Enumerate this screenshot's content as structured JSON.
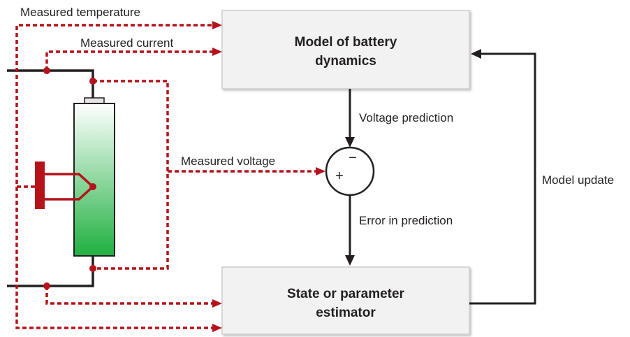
{
  "labels": {
    "measured_temperature": "Measured temperature",
    "measured_current": "Measured current",
    "measured_voltage": "Measured voltage",
    "voltage_prediction": "Voltage prediction",
    "error_in_prediction": "Error in prediction",
    "model_update": "Model update"
  },
  "boxes": {
    "model": {
      "line1": "Model of battery",
      "line2": "dynamics"
    },
    "estimator": {
      "line1": "State or parameter",
      "line2": "estimator"
    }
  },
  "summing_junction": {
    "minus": "−",
    "plus": "+"
  },
  "colors": {
    "signal_red": "#b5121b",
    "wire_black": "#231f20",
    "box_fill": "#f2f2f2",
    "box_border": "#cccccc",
    "battery_top": "#ffffff",
    "battery_bottom": "#1fb040"
  }
}
